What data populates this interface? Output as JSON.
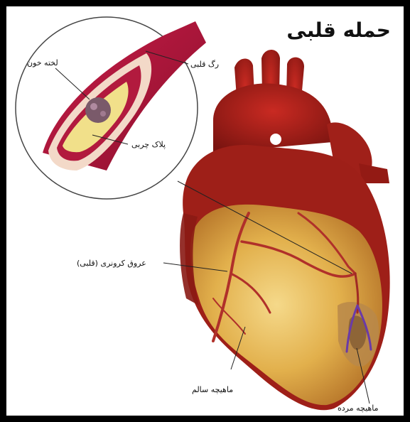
{
  "title": "حمله قلبی",
  "labels": {
    "blood_clot": "لخته خون",
    "coronary_vessel": "رگ قلبی",
    "fatty_plaque": "پلاک چربی",
    "coronary_arteries": "عروق کرونری (قلبی)",
    "healthy_muscle": "ماهیچه سالم",
    "dead_muscle": "ماهیچه مرده"
  },
  "colors": {
    "frame": "#000000",
    "vessel": "#b0153a",
    "heart_red": "#a81c16",
    "muscle_yellow": "#e8c25a",
    "dead_purple": "#6a3aa8"
  }
}
